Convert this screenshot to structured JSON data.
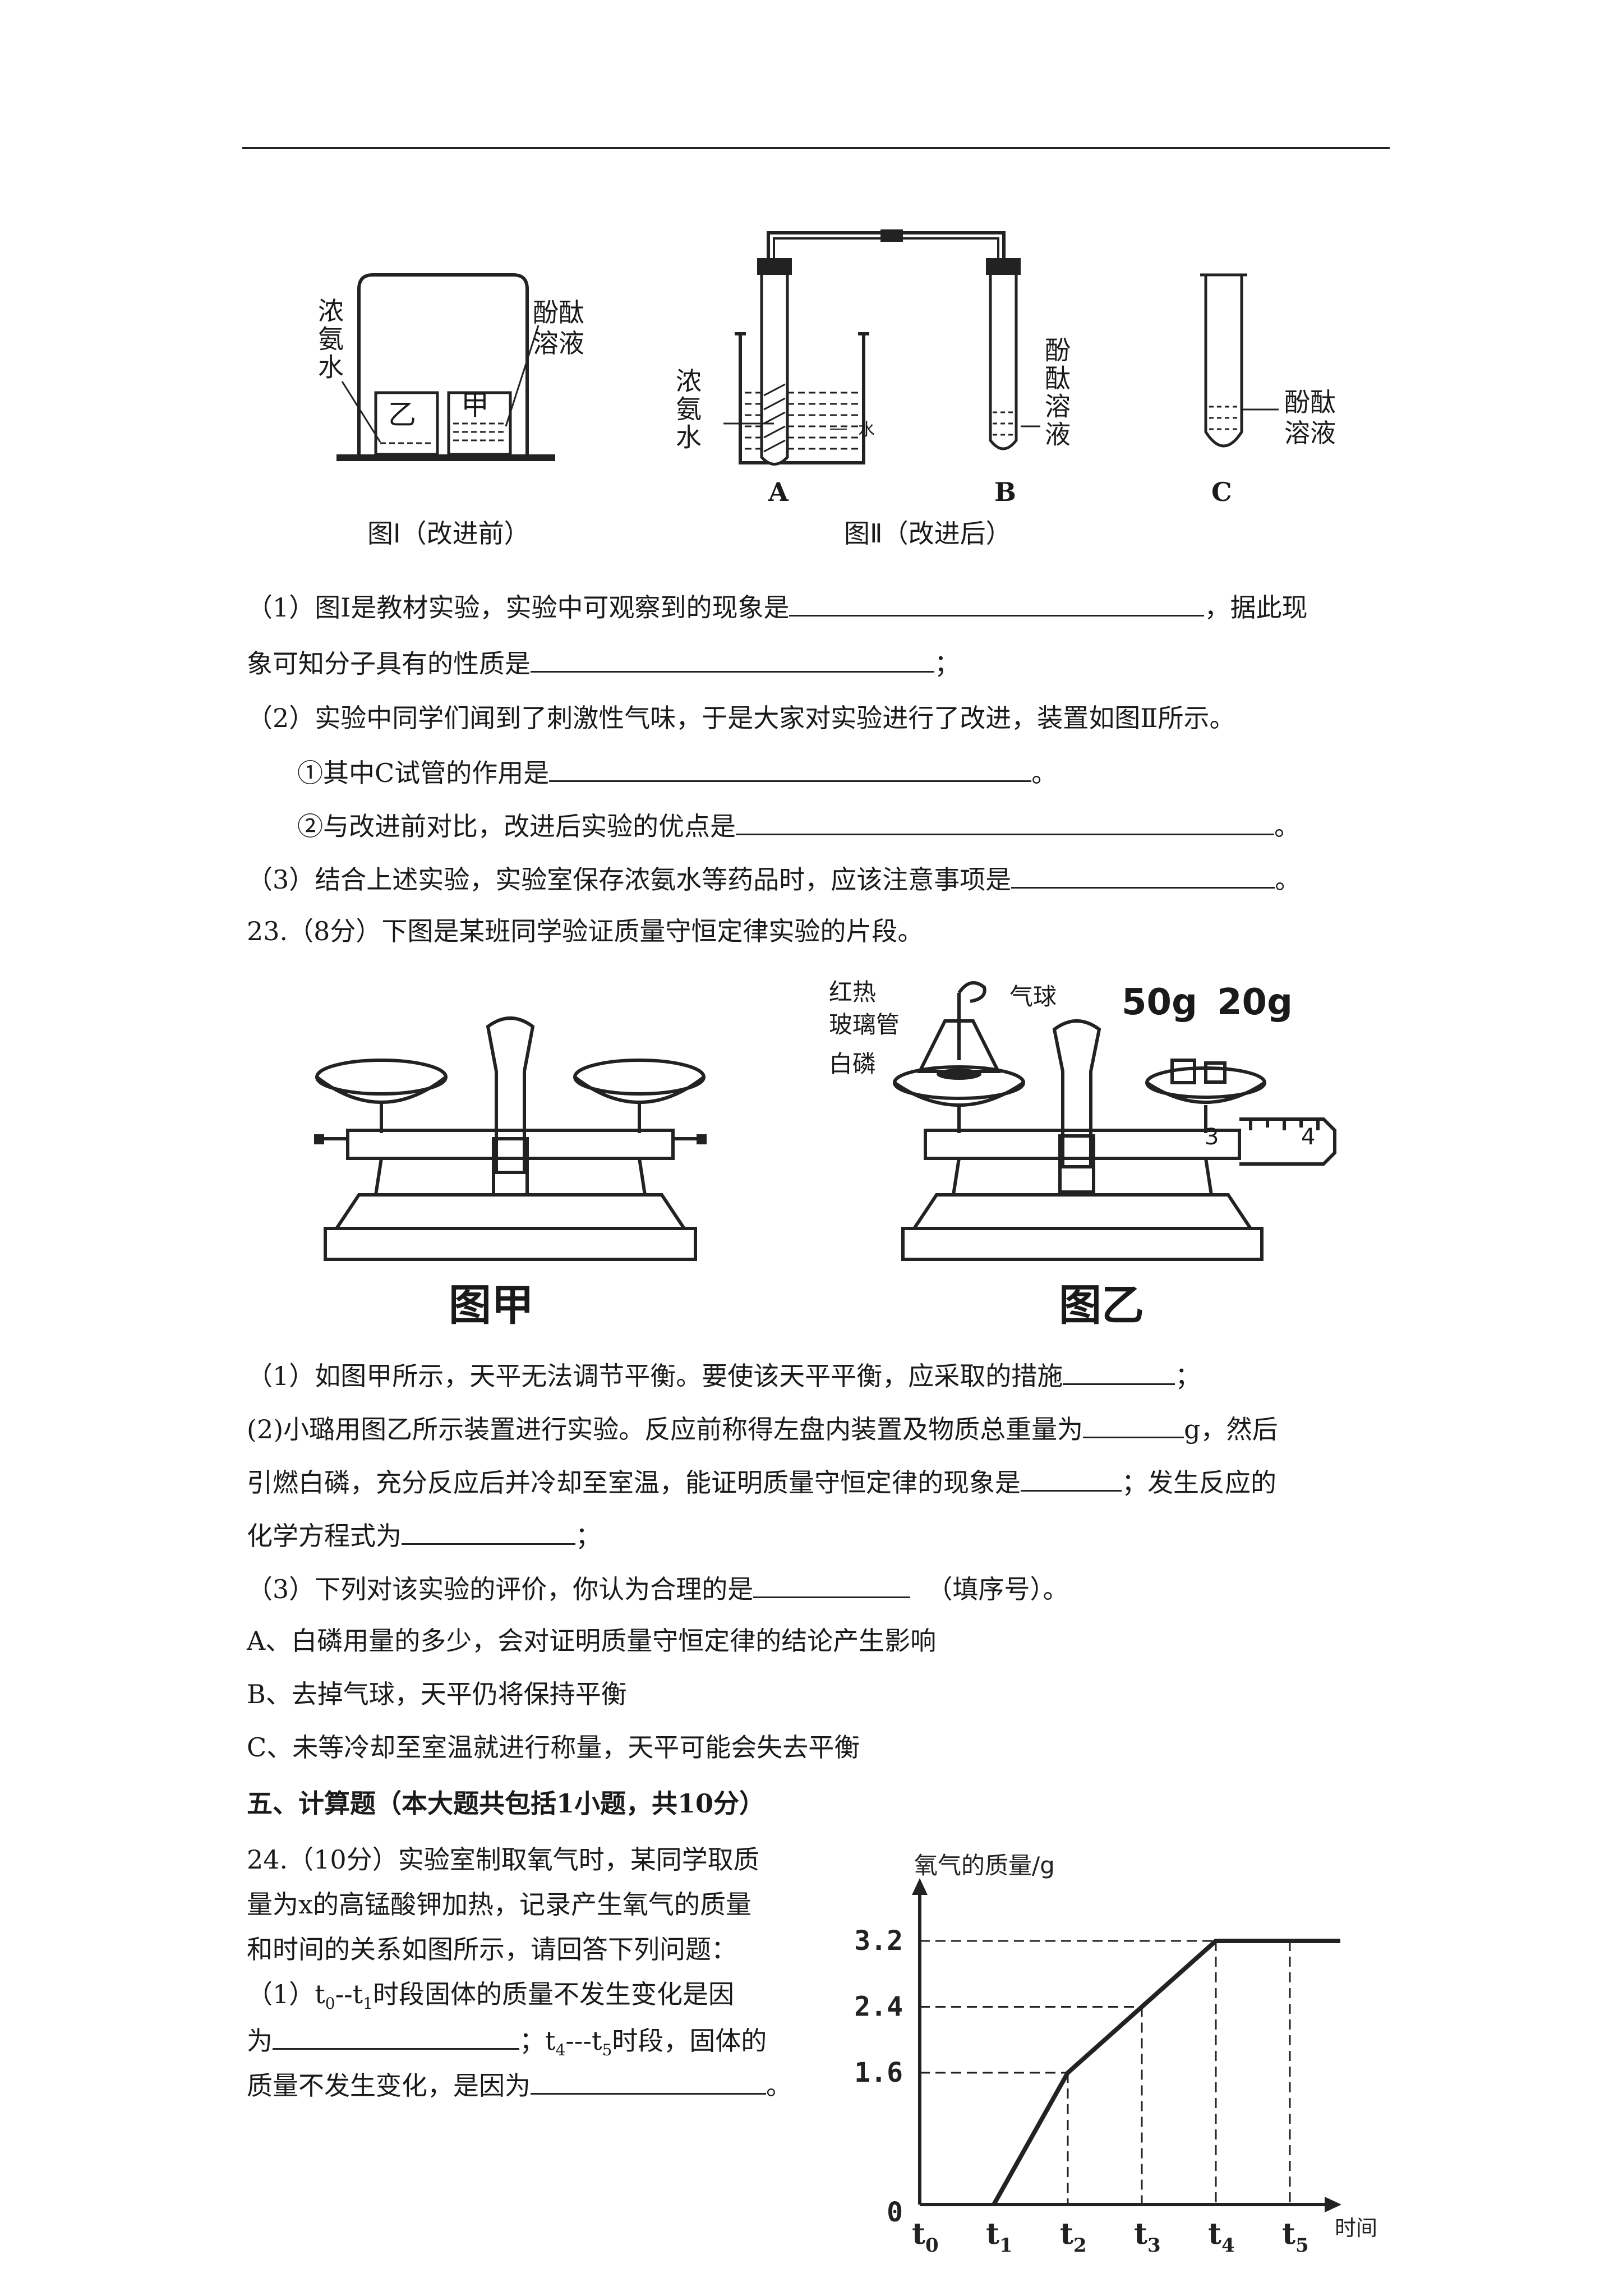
{
  "fig1": {
    "left_label": "浓氨水",
    "right_label_1": "酚酞",
    "right_label_2": "溶液",
    "beaker_yi": "乙",
    "beaker_jia": "甲",
    "caption": "图Ⅰ（改进前）"
  },
  "fig2": {
    "left_label": "浓氨水",
    "water_label": "水",
    "right_label": "酚酞溶液",
    "tube_a": "A",
    "tube_b": "B",
    "caption": "图Ⅱ（改进后）"
  },
  "fig3": {
    "label": "酚酞",
    "label2": "溶液",
    "tube_c": "C"
  },
  "q22": {
    "p1_line1_a": "（1）图Ⅰ是教材实验，实验中可观察到的现象是",
    "p1_line1_b": "，据此现",
    "p1_line2_a": "象可知分子具有的性质是",
    "p1_line2_b": "；",
    "p2_line": "（2）实验中同学们闻到了刺激性气味，于是大家对实验进行了改进，装置如图Ⅱ所示。",
    "p2_sub1_a": "①其中C试管的作用是",
    "p2_sub1_b": "。",
    "p2_sub2_a": "②与改进前对比，改进后实验的优点是",
    "p2_sub2_b": "。",
    "p3_a": "（3）结合上述实验，实验室保存浓氨水等药品时，应该注意事项是",
    "p3_b": "。"
  },
  "q23": {
    "intro": "23.（8分）下图是某班同学验证质量守恒定律实验的片段。",
    "fig_jia": "图甲",
    "fig_yi": "图乙",
    "label_hongre": "红热",
    "label_boliguan": "玻璃管",
    "label_bailin": "白磷",
    "label_qiqiu": "气球",
    "weight_50": "50g",
    "weight_20": "20g",
    "scale_3": "3",
    "scale_4": "4",
    "p1_a": "（1）如图甲所示，天平无法调节平衡。要使该天平平衡，应采取的措施",
    "p1_b": "；",
    "p2_l1_a": "(2)小璐用图乙所示装置进行实验。反应前称得左盘内装置及物质总重量为",
    "p2_l1_b": "g，然后",
    "p2_l2_a": "引燃白磷，充分反应后并冷却至室温，能证明质量守恒定律的现象是",
    "p2_l2_b": "；发生反应的",
    "p2_l3_a": "化学方程式为",
    "p2_l3_b": "；",
    "p3_a": "（3）下列对该实验的评价，你认为合理的是",
    "p3_b": "（填序号）。",
    "opt_a": "A、白磷用量的多少，会对证明质量守恒定律的结论产生影响",
    "opt_b": "B、去掉气球，天平仍将保持平衡",
    "opt_c": "C、未等冷却至室温就进行称量，天平可能会失去平衡"
  },
  "section5": {
    "title": "五、计算题（本大题共包括1小题，共10分）"
  },
  "q24": {
    "l1": "24.（10分）实验室制取氧气时，某同学取质",
    "l2": "量为x的高锰酸钾加热，记录产生氧气的质量",
    "l3": "和时间的关系如图所示，请回答下列问题：",
    "l4_a": "（1）t",
    "l4_sub0": "0",
    "l4_b": "--t",
    "l4_sub1": "1",
    "l4_c": "时段固体的质量不发生变化是因",
    "l5_a": "为",
    "l5_b": "；t",
    "l5_sub4": "4",
    "l5_c": "---t",
    "l5_sub5": "5",
    "l5_d": "时段，固体的",
    "l6_a": "质量不发生变化，是因为",
    "l6_b": "。"
  },
  "chart_data": {
    "type": "line",
    "ylabel": "氧气的质量/g",
    "xlabel": "时间",
    "x_ticks": [
      "t0",
      "t1",
      "t2",
      "t3",
      "t4",
      "t5"
    ],
    "y_ticks": [
      "0",
      "1.6",
      "2.4",
      "3.2"
    ],
    "series": [
      {
        "points": [
          [
            "t1",
            0
          ],
          [
            "t2",
            1.6
          ],
          [
            "t3",
            2.4
          ],
          [
            "t4",
            3.2
          ],
          [
            "t5",
            3.2
          ]
        ]
      }
    ],
    "ylim": [
      0,
      3.2
    ]
  }
}
